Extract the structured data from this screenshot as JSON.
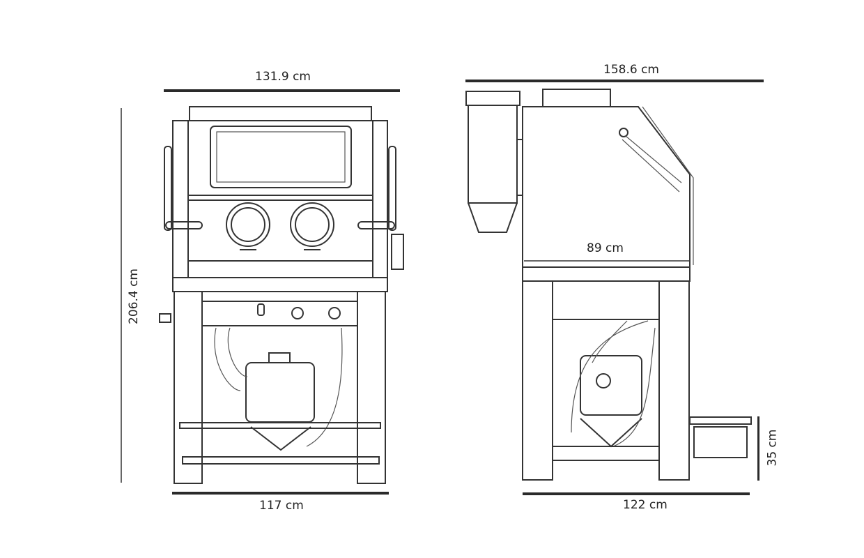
{
  "front_view": {
    "width_top": "131.9 cm",
    "height": "206.4 cm",
    "width_base": "117 cm"
  },
  "side_view": {
    "length_top": "158.6 cm",
    "cabinet_depth": "89 cm",
    "base_depth": "122 cm",
    "step_height": "35 cm"
  }
}
